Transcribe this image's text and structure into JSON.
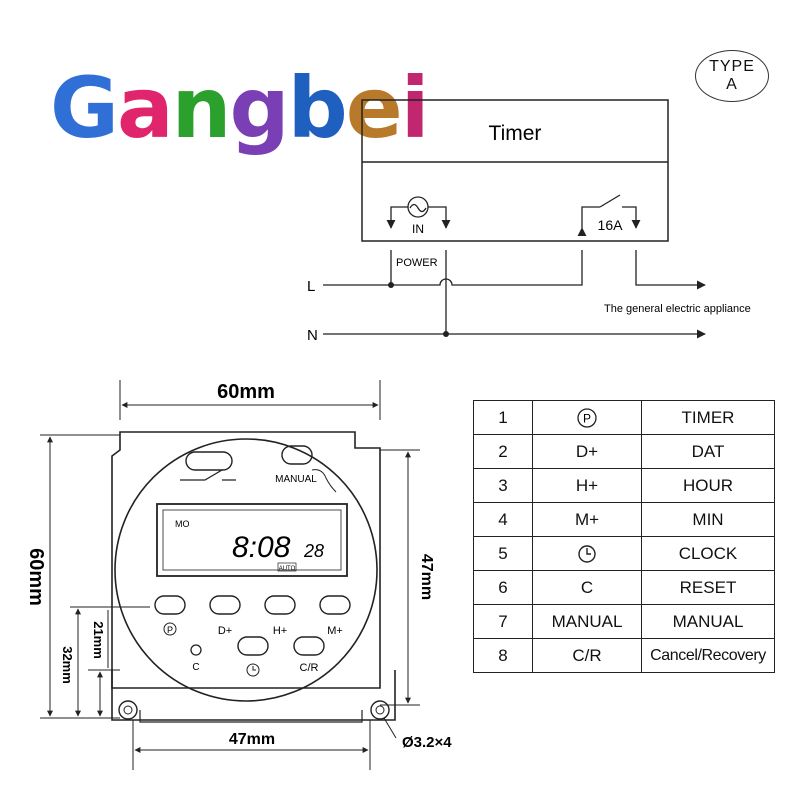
{
  "logo": {
    "letters": [
      {
        "ch": "G",
        "color": "#2f6fd6"
      },
      {
        "ch": "a",
        "color": "#e0256c"
      },
      {
        "ch": "n",
        "color": "#2ca02c"
      },
      {
        "ch": "g",
        "color": "#7a3fb5"
      },
      {
        "ch": "b",
        "color": "#1f5fbf"
      },
      {
        "ch": "e",
        "color": "#b8792a"
      },
      {
        "ch": "i",
        "color": "#c0276e"
      }
    ]
  },
  "type_badge": {
    "line1": "TYPE",
    "line2": "A"
  },
  "wiring": {
    "timer_label": "Timer",
    "in_label": "IN",
    "relay_label": "16A",
    "power_label": "POWER",
    "line_l": "L",
    "line_n": "N",
    "appliance_label": "The general electric appliance"
  },
  "device": {
    "width_dim": "60mm",
    "height_dim": "60mm",
    "right_dim": "47mm",
    "bottom_dim": "47mm",
    "dim_32": "32mm",
    "dim_21": "21mm",
    "hole_dim": "Ø3.2×4",
    "manual_label": "MANUAL",
    "lcd_day": "MO",
    "lcd_time": "8:08",
    "lcd_seconds": "28",
    "lcd_auto": "AUTO",
    "btn_labels_row1": [
      "D+",
      "H+",
      "M+"
    ],
    "btn_p_label": "P",
    "btn_c_label": "C",
    "btn_cr_label": "C/R"
  },
  "table": {
    "rows": [
      {
        "num": "1",
        "symbol": "P",
        "symbol_type": "circle-p-icon",
        "name": "TIMER"
      },
      {
        "num": "2",
        "symbol": "D+",
        "name": "DAT"
      },
      {
        "num": "3",
        "symbol": "H+",
        "name": "HOUR"
      },
      {
        "num": "4",
        "symbol": "M+",
        "name": "MIN"
      },
      {
        "num": "5",
        "symbol": "",
        "symbol_type": "clock-icon",
        "name": "CLOCK"
      },
      {
        "num": "6",
        "symbol": "C",
        "name": "RESET"
      },
      {
        "num": "7",
        "symbol": "MANUAL",
        "name": "MANUAL"
      },
      {
        "num": "8",
        "symbol": "C/R",
        "name": "Cancel/Recovery"
      }
    ]
  }
}
